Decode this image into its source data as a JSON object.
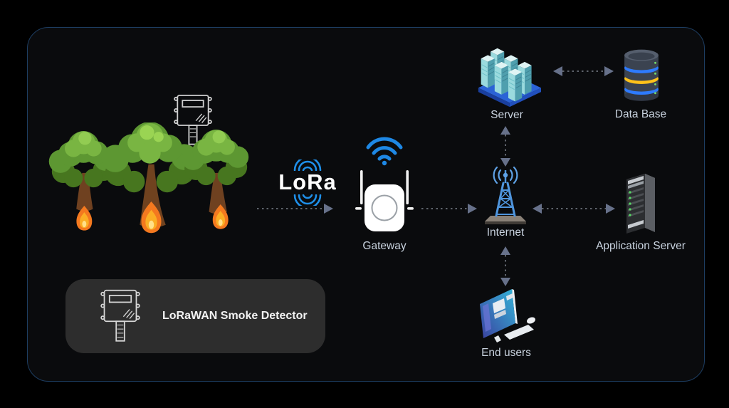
{
  "nodes": {
    "lora": {
      "label": "LoRa"
    },
    "gateway": {
      "label": "Gateway"
    },
    "internet": {
      "label": "Internet"
    },
    "server": {
      "label": "Server"
    },
    "database": {
      "label": "Data Base"
    },
    "application_server": {
      "label": "Application Server"
    },
    "end_users": {
      "label": "End users"
    }
  },
  "legend": {
    "detector_label": "LoRaWAN Smoke Detector"
  },
  "icons": {
    "smoke_detector": "smoke-detector-outline-icon",
    "burning_trees": "burning-trees-illustration",
    "lora_waves": "lora-signal-waves-icon",
    "wifi": "wifi-icon",
    "gateway_device": "gateway-device-icon",
    "antenna_tower": "antenna-tower-icon",
    "server_rack": "server-rack-cluster-icon",
    "database_cylinder": "database-cylinder-icon",
    "server_tower": "application-server-tower-icon",
    "monitor": "desktop-computer-icon"
  },
  "connections": [
    {
      "from": "smoke_detectors",
      "to": "gateway",
      "type": "unidirectional",
      "via": "LoRa"
    },
    {
      "from": "gateway",
      "to": "internet",
      "type": "unidirectional"
    },
    {
      "from": "internet",
      "to": "server",
      "type": "bidirectional"
    },
    {
      "from": "server",
      "to": "database",
      "type": "bidirectional"
    },
    {
      "from": "internet",
      "to": "application_server",
      "type": "bidirectional"
    },
    {
      "from": "internet",
      "to": "end_users",
      "type": "bidirectional"
    }
  ],
  "colors": {
    "background": "#000000",
    "panel_bg": "#0a0b0d",
    "panel_border": "#1d3d61",
    "label_text": "#c9d3df",
    "arrow_dots": "#5e636b",
    "arrow_head": "#67718a",
    "blue_accent": "#1e88e5",
    "tower_blue": "#4f95dd",
    "platform_blue": "#2b63d6",
    "server_teal": "#9adade",
    "db_band_blue": "#2e7bff",
    "db_band_yellow": "#ffc21a",
    "fire_orange": "#f4791f",
    "fire_yellow": "#fbae24",
    "tree_green": "#5d9732",
    "legend_box_bg": "#2d2d2d",
    "white": "#ffffff"
  }
}
